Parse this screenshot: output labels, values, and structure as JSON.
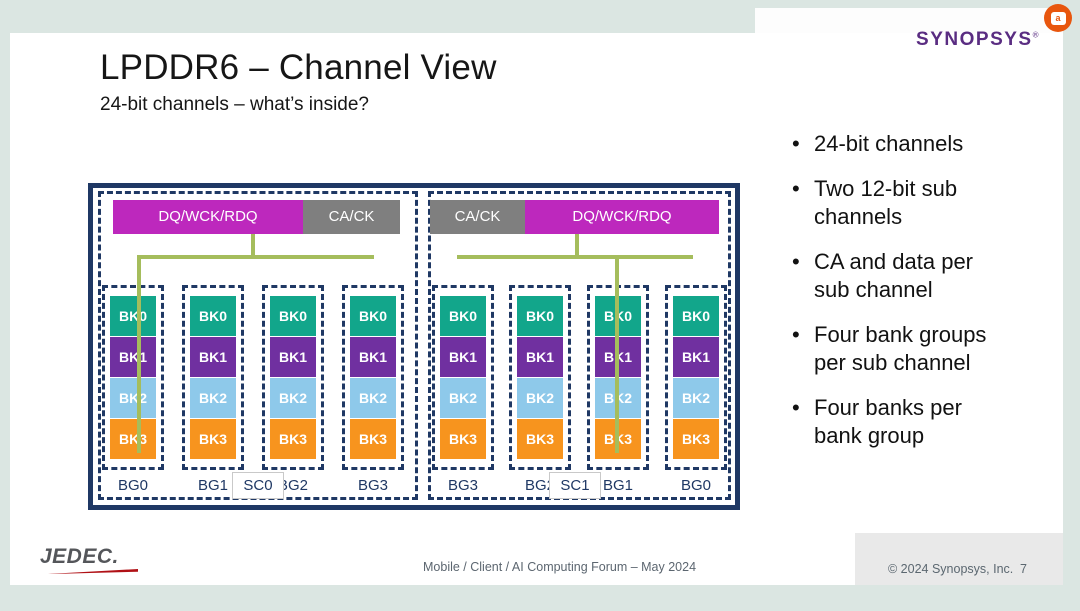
{
  "page": {
    "title": "LPDDR6 – Channel View",
    "subtitle": "24-bit channels – what’s inside?"
  },
  "logos": {
    "synopsys": "synopsys",
    "synopsys_reg": "®",
    "jedec": "JEDEC.",
    "extension_glyph": "a"
  },
  "bullets": [
    {
      "text": "24-bit channels",
      "lines": [
        "24-bit channels"
      ]
    },
    {
      "text": "Two 12-bit sub channels",
      "lines": [
        "Two 12-bit sub",
        "channels"
      ]
    },
    {
      "text": "CA and data per sub channel",
      "lines": [
        "CA and data per",
        "sub channel"
      ]
    },
    {
      "text": "Four bank groups per sub channel",
      "lines": [
        "Four bank groups",
        "per sub channel"
      ]
    },
    {
      "text": "Four banks per bank group",
      "lines": [
        "Four banks per",
        "bank group"
      ]
    }
  ],
  "diagram": {
    "sub_channels": [
      {
        "label": "SC0",
        "blocks": {
          "data_label": "DQ/WCK/RDQ",
          "ca_label": "CA/CK"
        },
        "bank_groups": [
          {
            "label": "BG0",
            "banks": [
              "BK0",
              "BK1",
              "BK2",
              "BK3"
            ]
          },
          {
            "label": "BG1",
            "banks": [
              "BK0",
              "BK1",
              "BK2",
              "BK3"
            ]
          },
          {
            "label": "BG2",
            "banks": [
              "BK0",
              "BK1",
              "BK2",
              "BK3"
            ]
          },
          {
            "label": "BG3",
            "banks": [
              "BK0",
              "BK1",
              "BK2",
              "BK3"
            ]
          }
        ]
      },
      {
        "label": "SC1",
        "blocks": {
          "ca_label": "CA/CK",
          "data_label": "DQ/WCK/RDQ"
        },
        "bank_groups": [
          {
            "label": "BG3",
            "banks": [
              "BK0",
              "BK1",
              "BK2",
              "BK3"
            ]
          },
          {
            "label": "BG2",
            "banks": [
              "BK0",
              "BK1",
              "BK2",
              "BK3"
            ]
          },
          {
            "label": "BG1",
            "banks": [
              "BK0",
              "BK1",
              "BK2",
              "BK3"
            ]
          },
          {
            "label": "BG0",
            "banks": [
              "BK0",
              "BK1",
              "BK2",
              "BK3"
            ]
          }
        ]
      }
    ]
  },
  "footer": {
    "center": "Mobile / Client / AI Computing Forum – May 2024",
    "copyright": "© 2024 Synopsys, Inc.",
    "page_number": "7"
  },
  "colors": {
    "navy_border": "#1f3864",
    "magenta_block": "#bd28bd",
    "gray_block": "#7f7f7f",
    "bank_bk0_teal": "#12a68b",
    "bank_bk1_purple": "#7030a0",
    "bank_bk2_blue": "#8ec9ea",
    "bank_bk3_orange": "#f7941e",
    "green_connector": "#a5bd5c",
    "synopsys_purple": "#5a2d82",
    "jedec_red": "#b01116",
    "extension_orange": "#e8560e",
    "page_margin": "#dbe6e2"
  }
}
